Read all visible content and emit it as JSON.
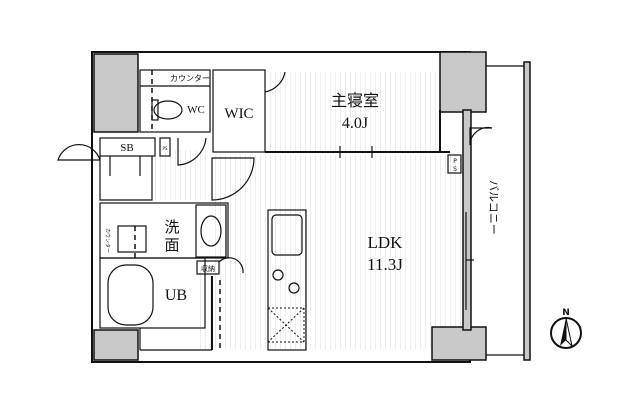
{
  "rooms": {
    "counter_top": "カウンター",
    "wc": "WC",
    "wic": "WIC",
    "bedroom_name": "主寝室",
    "bedroom_size": "4.0J",
    "sb": "SB",
    "ps_small": "PS",
    "washroom": "洗面",
    "counter_side": "カウンター",
    "storage": "収納",
    "ub": "UB",
    "ldk_name": "LDK",
    "ldk_size": "11.3J",
    "ps": "PS",
    "balcony": "バルコニー"
  },
  "compass": {
    "label": "N",
    "icon": "north-arrow-icon"
  },
  "colors": {
    "wall": "#111111",
    "column": "#c8c8c8",
    "floor_lines": "#d8d8d8"
  }
}
